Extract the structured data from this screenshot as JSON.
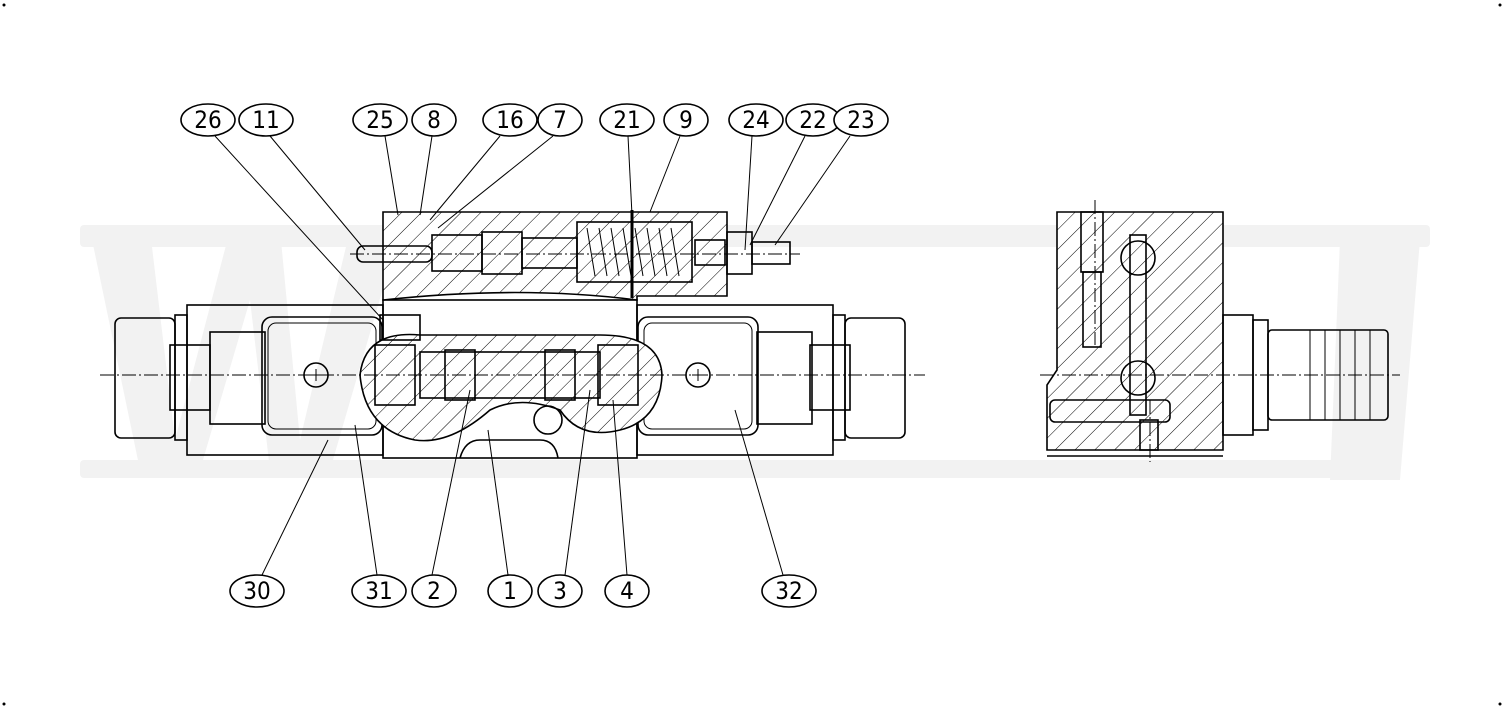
{
  "title": "Solenoid directional valve sectional drawing",
  "colors": {
    "line": "#000000",
    "background": "#ffffff",
    "watermark": "#f2f2f2"
  },
  "callouts_top": [
    "26",
    "11",
    "25",
    "8",
    "16",
    "7",
    "21",
    "9",
    "24",
    "22",
    "23"
  ],
  "callouts_bottom": [
    "30",
    "31",
    "2",
    "1",
    "3",
    "4",
    "32"
  ]
}
